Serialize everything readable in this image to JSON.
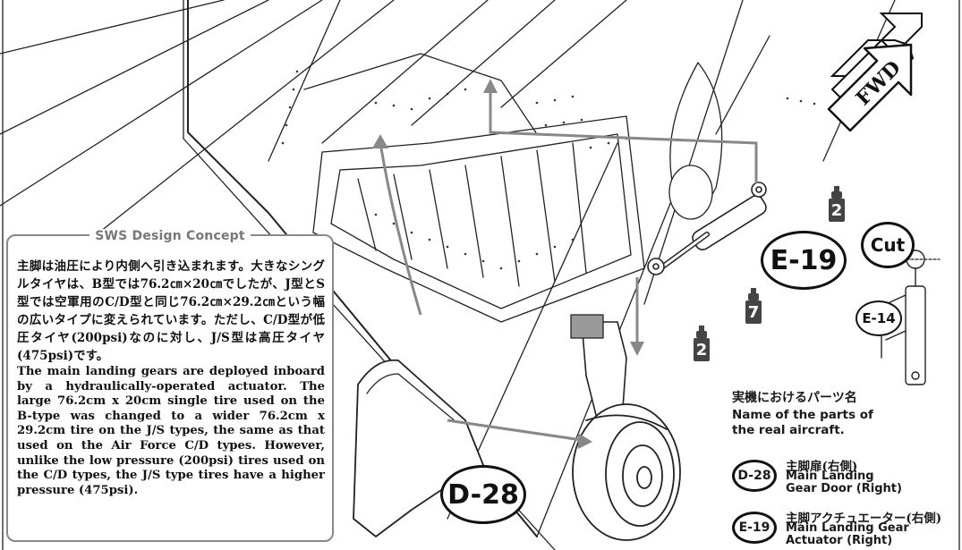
{
  "concept": {
    "title": "SWS Design Concept",
    "text_jp": "主脚は油圧により内側へ引き込まれます。大きなシングルタイヤは、B型では76.2㎝×20㎝でしたが、J型とS型では空軍用のC/D型と同じ76.2㎝×29.2㎝という幅の広いタイプに変えられています。ただし、C/D型が低圧タイヤ(200psi)なのに対し、J/S型は高圧タイヤ(475psi)です。",
    "text_en": "The main landing gears are deployed inboard by a hydraulically-operated actuator. The large 76.2cm x 20cm single tire used on the B-type was changed to a wider 76.2cm x 29.2cm tire on the J/S types, the same as that used on the Air Force C/D types. However, unlike the low pressure (200psi) tires used on the C/D types, the J/S type tires have a higher pressure (475psi)."
  },
  "direction": {
    "label": "FWD"
  },
  "callouts": {
    "e19": "E-19",
    "d28": "D-28",
    "cut": "Cut",
    "e14": "E-14"
  },
  "paints": {
    "top": "2",
    "middle": "7",
    "bottom": "2"
  },
  "legend": {
    "heading_jp": "実機におけるパーツ名",
    "heading_en": "Name of the parts of the real aircraft.",
    "items": [
      {
        "code": "D-28",
        "name_jp": "主脚扉(右側)",
        "name_en_1": "Main Landing",
        "name_en_2": "Gear Door (Right)"
      },
      {
        "code": "E-19",
        "name_jp": "主脚アクチュエーター(右側)",
        "name_en_1": "Main Landing Gear",
        "name_en_2": "Actuator (Right)"
      }
    ]
  },
  "colors": {
    "ink": "#111111",
    "guide": "#888888",
    "paint": "#444444"
  }
}
